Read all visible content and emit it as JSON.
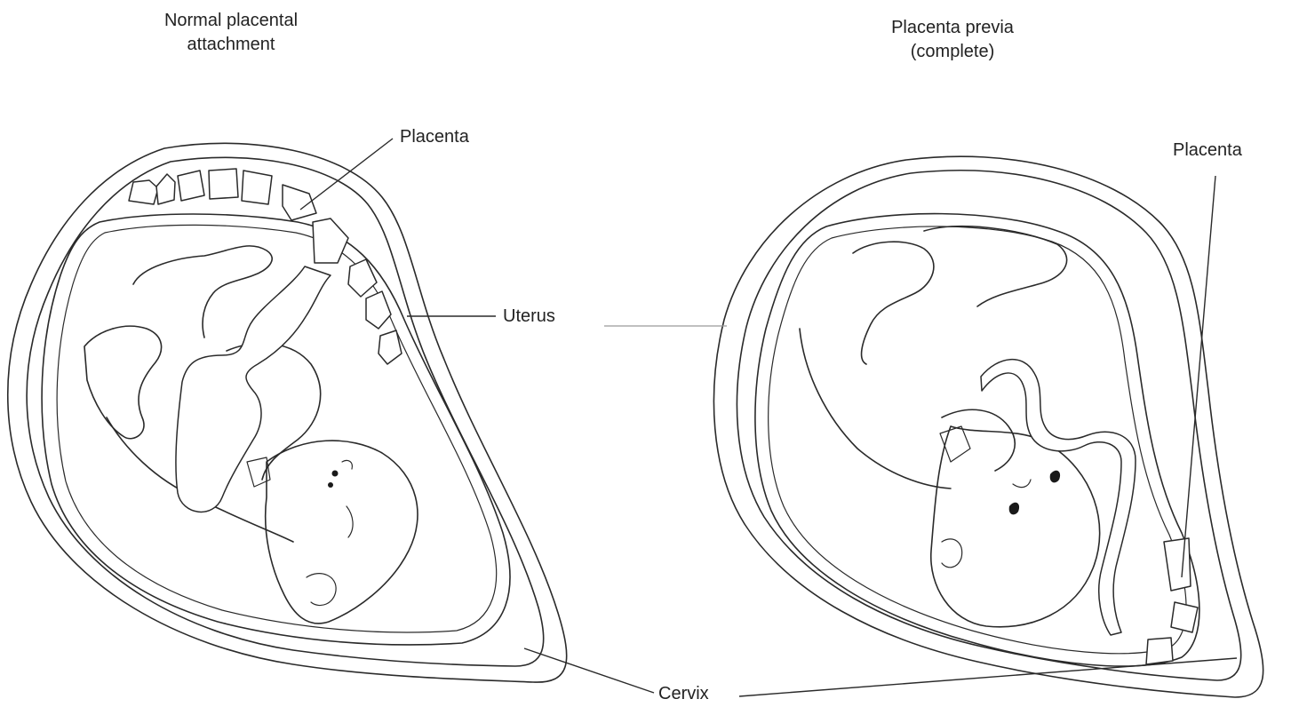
{
  "figures": [
    {
      "id": "normal",
      "title": "Normal placental\nattachment"
    },
    {
      "id": "previa",
      "title": "Placenta previa\n(complete)"
    }
  ],
  "labels": {
    "placenta_normal": "Placenta",
    "uterus": "Uterus",
    "placenta_previa": "Placenta",
    "cervix": "Cervix"
  },
  "colors": {
    "line": "#2a2a2a",
    "background": "#ffffff"
  }
}
